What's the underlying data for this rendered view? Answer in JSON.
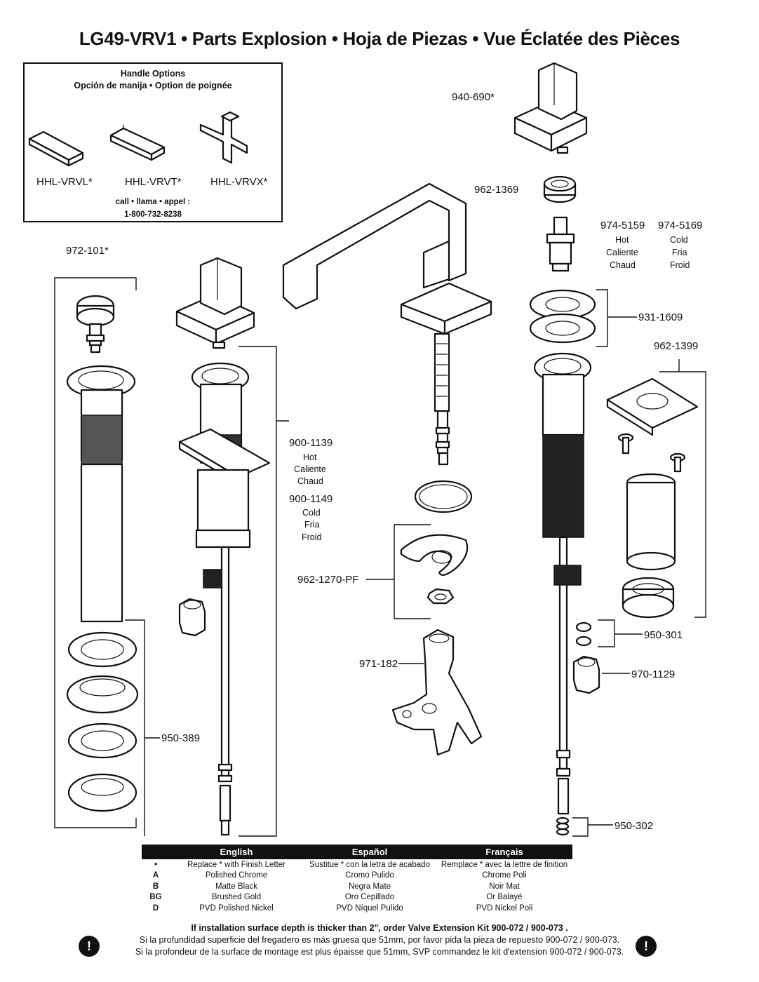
{
  "title": "LG49-VRV1 • Parts Explosion • Hoja de Piezas • Vue Éclatée des Pièces",
  "handle_box": {
    "heading": "Handle Options",
    "subheading": "Opción de manija • Option de poignée",
    "options": [
      "HHL-VRVL*",
      "HHL-VRVT*",
      "HHL-VRVX*"
    ],
    "call": "call • llama • appel :",
    "phone": "1-800-732-8238"
  },
  "labels": {
    "p940_690": "940-690*",
    "p962_1369": "962-1369",
    "p974_5159": "974-5159",
    "p974_5169": "974-5169",
    "hot": "Hot",
    "caliente": "Caliente",
    "chaud": "Chaud",
    "cold": "Cold",
    "fria": "Fria",
    "froid": "Froid",
    "p931_1609": "931-1609",
    "p962_1399": "962-1399",
    "p972_101": "972-101*",
    "p900_1139": "900-1139",
    "p900_1149": "900-1149",
    "p962_1270": "962-1270-PF",
    "p971_182": "971-182",
    "p950_389": "950-389",
    "p950_301": "950-301",
    "p970_1129": "970-1129",
    "p950_302": "950-302"
  },
  "finish_table": {
    "headers": [
      "English",
      "Español",
      "Français"
    ],
    "rows": [
      {
        "code": "•",
        "en": "Replace * with Finish Letter",
        "es": "Sustitue * con la letra de acabado",
        "fr": "Remplace * avec la lettre de finition"
      },
      {
        "code": "A",
        "en": "Polished Chrome",
        "es": "Cromo Pulido",
        "fr": "Chrome Poli"
      },
      {
        "code": "B",
        "en": "Matte Black",
        "es": "Negra Mate",
        "fr": "Noir Mat"
      },
      {
        "code": "BG",
        "en": "Brushed Gold",
        "es": "Oro Cepillado",
        "fr": "Or Balayé"
      },
      {
        "code": "D",
        "en": "PVD Polished Nickel",
        "es": "PVD Níquel Pulido",
        "fr": "PVD Nickel Poli"
      }
    ]
  },
  "note": {
    "line1": "If installation surface depth is thicker than 2\", order Valve Extension Kit 900-072 / 900-073 .",
    "line2": "Si la profundidad superficie del fregadero es más gruesa que 51mm, por favor pida la pieza de repuesto 900-072 / 900-073.",
    "line3": "Si la profondeur de la surface de montage est plus épaisse que 51mm, SVP commandez le kit d'extension 900-072 / 900-073.",
    "icon": "!"
  }
}
